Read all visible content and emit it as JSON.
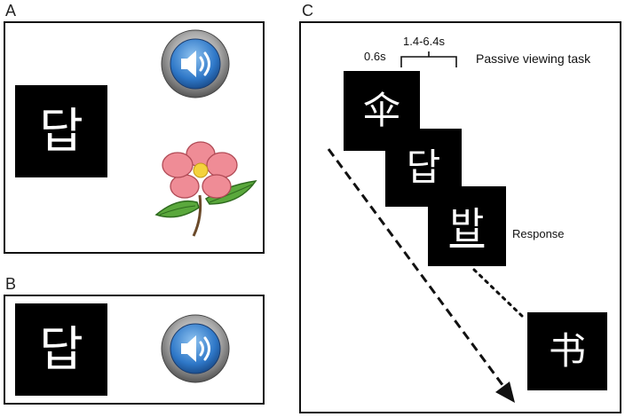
{
  "panels": {
    "a": {
      "letter": "A",
      "character": "답",
      "icons": [
        "speaker-icon",
        "flower-icon"
      ]
    },
    "b": {
      "letter": "B",
      "character": "답",
      "icons": [
        "speaker-icon"
      ]
    },
    "c": {
      "letter": "C",
      "timing_first": "0.6s",
      "timing_range": "1.4-6.4s",
      "task_label": "Passive viewing task",
      "response_label": "Response",
      "sequence": [
        "伞",
        "답",
        "밥",
        "书"
      ]
    }
  },
  "colors": {
    "stimulus_bg": "#000000",
    "stimulus_fg": "#ffffff",
    "speaker_blue": "#2f78c8",
    "flower_pink": "#ef8c96",
    "leaf_green": "#5aa83c"
  }
}
